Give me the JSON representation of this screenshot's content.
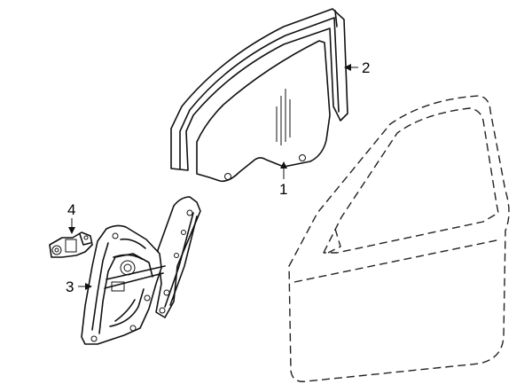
{
  "callouts": [
    {
      "id": "1",
      "label": "1"
    },
    {
      "id": "2",
      "label": "2"
    },
    {
      "id": "3",
      "label": "3"
    },
    {
      "id": "4",
      "label": "4"
    }
  ],
  "icons": [
    "arrow",
    "glass",
    "channel",
    "regulator",
    "motor",
    "door-outline"
  ]
}
